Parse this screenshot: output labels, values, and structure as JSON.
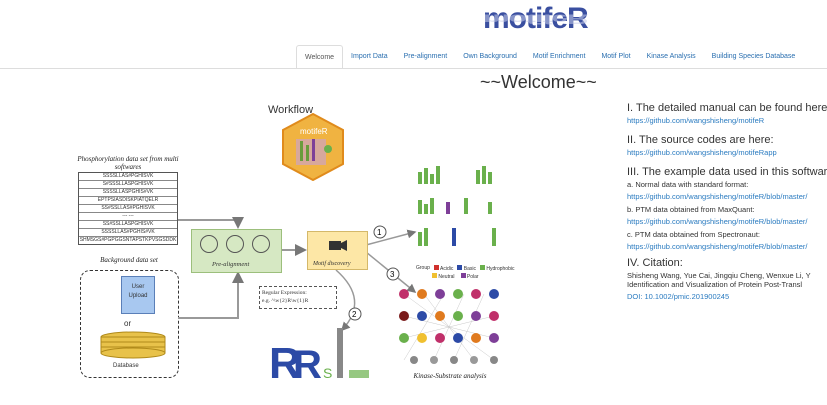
{
  "logo": {
    "text": "motifeR"
  },
  "nav": {
    "tabs": [
      "Welcome",
      "Import Data",
      "Pre-alignment",
      "Own Background",
      "Motif Enrichment",
      "Motif Plot",
      "Kinase Analysis",
      "Building Species Database"
    ],
    "active": "Welcome"
  },
  "page": {
    "heading": "~~Welcome~~"
  },
  "figure": {
    "title": "Workflow",
    "phospho_caption": "Phosphorylation data set from multi softwares",
    "table_rows": [
      "SSSSLLAS#PGHISVK",
      "S#SSSLLASPGHISVK",
      "SSSSLLASPGHIS#VK",
      "EPTPSIASDISKPIATQELR",
      "SS#SSLLAS#PGHISVK",
      "--- ---",
      "SS#SSLLASPGHISVK",
      "SSSSLLAS#PGHIS#VK",
      "SHMSGS#PGPGGSNTAPSTKPVSGSDDK"
    ],
    "background_caption": "Background data set",
    "upload_label": "User Upload",
    "or_label": "or",
    "database_label": "Database",
    "prealign_label": "Pre-alignment",
    "motif_label": "Motif discovery",
    "regex_title": "Regular Expression:",
    "regex_example": "e.g. ^\\w{2}R\\w{1}R",
    "hex_label": "motifeR",
    "kinase_label": "Kinase-Substrate analysis",
    "group_legend": [
      "Group",
      "Acidic",
      "Basic",
      "Hydrophobic",
      "Neutral",
      "Polar"
    ],
    "step_numbers": [
      "1",
      "2",
      "3"
    ]
  },
  "colors": {
    "brand": "#3a4fa0",
    "link": "#2a7bc0",
    "prealign": "#d6e8c3",
    "motif": "#fde7a6",
    "acidic": "#d0312d",
    "basic": "#2c4aa6",
    "hydrophobic": "#6ab04c",
    "neutral": "#7e3f98",
    "polar": "#f0c030"
  },
  "info": {
    "manual_heading": "I. The detailed manual can be found here",
    "manual_link": "https://github.com/wangshisheng/motifeR",
    "source_heading": "II. The source codes are here:",
    "source_link": "https://github.com/wangshisheng/motifeRapp",
    "example_heading": "III. The example data used in this softwar",
    "example_a": "a. Normal data with standard format:",
    "example_a_link": "https://github.com/wangshisheng/motifeR/blob/master/",
    "example_b": "b. PTM data obtained from MaxQuant:",
    "example_b_link": "https://github.com/wangshisheng/motifeR/blob/master/",
    "example_c": "c. PTM data obtained from Spectronaut:",
    "example_c_link": "https://github.com/wangshisheng/motifeR/blob/master/",
    "citation_heading": "IV. Citation:",
    "citation_line1": "Shisheng Wang, Yue Cai, Jingqiu Cheng, Wenxue Li, Y",
    "citation_line2": "Identification and Visualization of Protein Post‐Transl",
    "doi": "DOI: 10.1002/pmic.201900245"
  }
}
